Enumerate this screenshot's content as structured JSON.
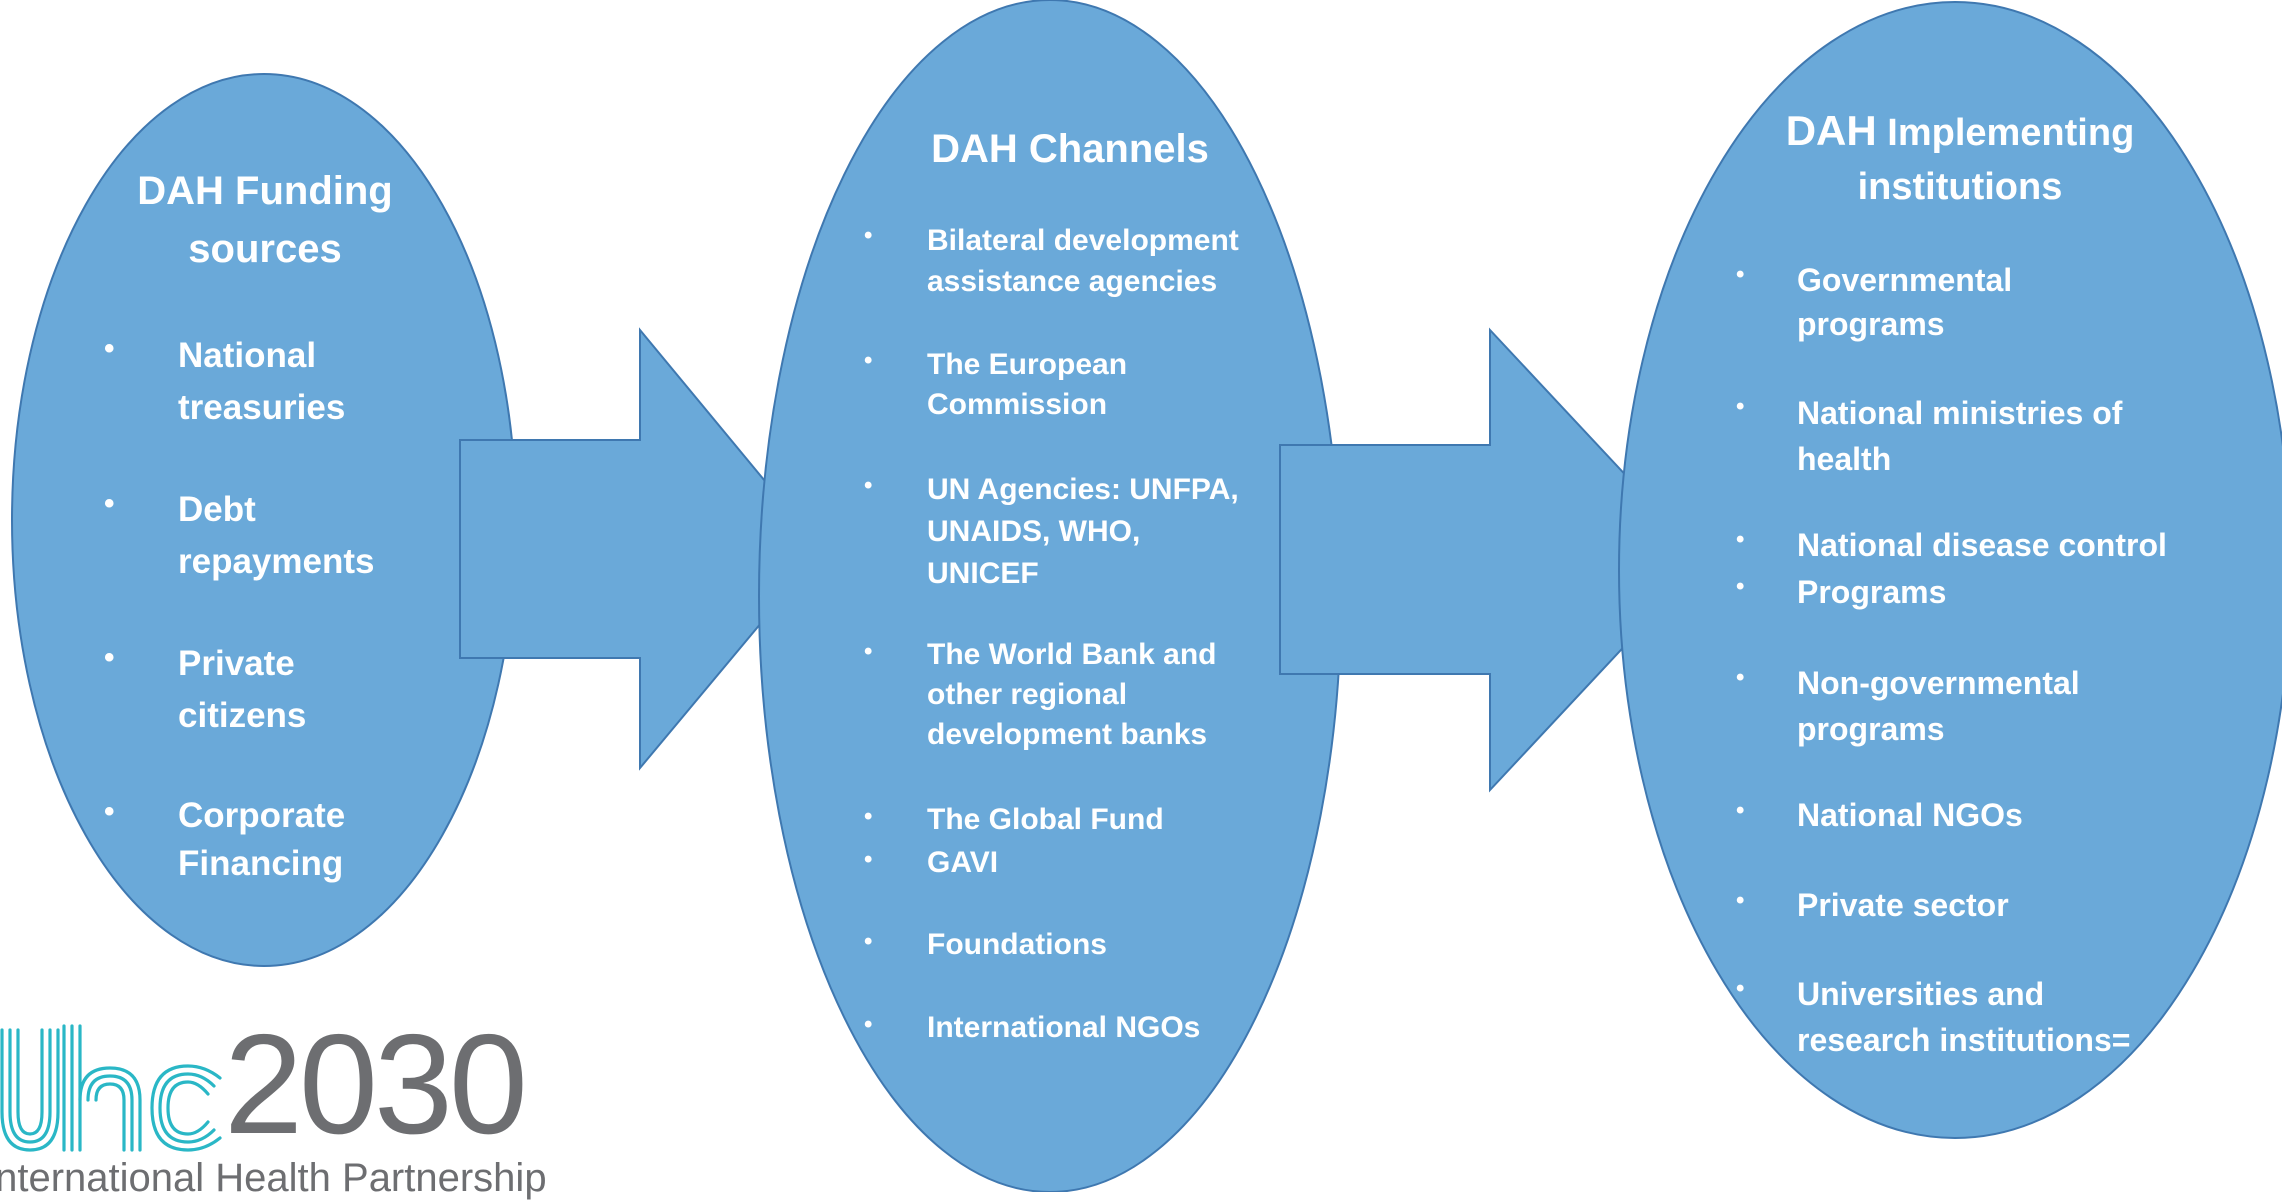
{
  "colors": {
    "shape_fill": "#6aa9d9",
    "shape_stroke": "#3f78b0",
    "text": "#ffffff",
    "logo_teal": "#2ab7c6",
    "logo_grey": "#6d6e71"
  },
  "diagram": {
    "left": {
      "title_lines": [
        "DAH Funding",
        "sources"
      ],
      "items": [
        {
          "lines": [
            "National",
            "treasuries"
          ]
        },
        {
          "lines": [
            "Debt",
            "repayments"
          ]
        },
        {
          "lines": [
            "Private",
            "citizens"
          ]
        },
        {
          "lines": [
            "Corporate",
            "Financing"
          ]
        }
      ]
    },
    "middle": {
      "title_lines": [
        "DAH Channels"
      ],
      "items": [
        {
          "lines": [
            "Bilateral development",
            "assistance agencies"
          ]
        },
        {
          "lines": [
            "The European",
            "Commission"
          ]
        },
        {
          "lines": [
            "UN Agencies: UNFPA,",
            "UNAIDS, WHO,",
            "UNICEF"
          ]
        },
        {
          "lines": [
            "The World Bank and",
            "other regional",
            "development banks"
          ]
        },
        {
          "lines": [
            "The Global Fund"
          ]
        },
        {
          "lines": [
            "GAVI"
          ]
        },
        {
          "lines": [
            "Foundations"
          ]
        },
        {
          "lines": [
            "International NGOs"
          ]
        }
      ]
    },
    "right": {
      "title_big": "DAH",
      "title_rest": " Implementing",
      "title_line2": "institutions",
      "items": [
        {
          "lines": [
            "Governmental",
            "programs"
          ]
        },
        {
          "lines": [
            "National ministries of",
            "health"
          ]
        },
        {
          "lines": [
            "National disease control"
          ]
        },
        {
          "lines": [
            "Programs"
          ]
        },
        {
          "lines": [
            "Non-governmental",
            "programs"
          ]
        },
        {
          "lines": [
            "National NGOs"
          ]
        },
        {
          "lines": [
            "Private sector"
          ]
        },
        {
          "lines": [
            "Universities and",
            "research institutions="
          ]
        }
      ]
    }
  },
  "logo": {
    "mark": "uhc",
    "year": "2030",
    "subtitle": "International Health Partnership"
  },
  "bullet_symbol": "•"
}
